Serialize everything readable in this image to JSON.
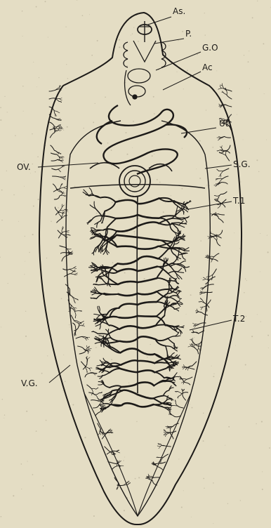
{
  "figure": {
    "labels": {
      "as": "As.",
      "p": "P.",
      "go": "G.O",
      "ac": "Ac",
      "ut": "Ut.",
      "ov": "OV.",
      "sg": "S.G.",
      "t1": "T.1",
      "t2": "T.2",
      "vg": "V.G."
    },
    "colors": {
      "paper": "#e4ddc4",
      "ink": "#1c1a18",
      "speckle": "#a49b84"
    }
  }
}
